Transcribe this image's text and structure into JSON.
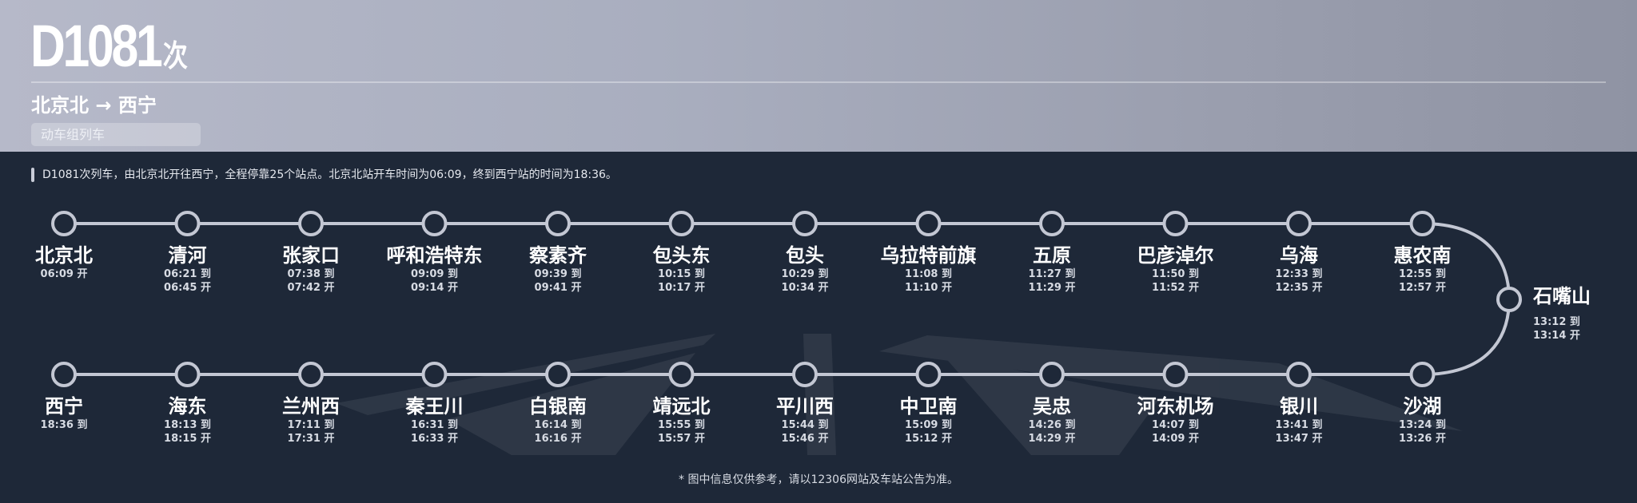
{
  "header": {
    "train_number": "D1081",
    "train_suffix": "次",
    "route": "北京北 → 西宁",
    "train_type": "动车组列车"
  },
  "info_text": "D1081次列车，由北京北开往西宁，全程停靠25个站点。北京北站开车时间为06:09，终到西宁站的时间为18:36。",
  "footer_note": "* 图中信息仅供参考，请以12306网站及车站公告为准。",
  "colors": {
    "header_bg": "#a9aebf",
    "body_bg": "#1e2838",
    "line": "#c3c7d3"
  },
  "stations": [
    {
      "name": "北京北",
      "times": [
        "06:09 开"
      ]
    },
    {
      "name": "清河",
      "times": [
        "06:21 到",
        "06:45 开"
      ]
    },
    {
      "name": "张家口",
      "times": [
        "07:38 到",
        "07:42 开"
      ]
    },
    {
      "name": "呼和浩特东",
      "times": [
        "09:09 到",
        "09:14 开"
      ]
    },
    {
      "name": "察素齐",
      "times": [
        "09:39 到",
        "09:41 开"
      ]
    },
    {
      "name": "包头东",
      "times": [
        "10:15 到",
        "10:17 开"
      ]
    },
    {
      "name": "包头",
      "times": [
        "10:29 到",
        "10:34 开"
      ]
    },
    {
      "name": "乌拉特前旗",
      "times": [
        "11:08 到",
        "11:10 开"
      ]
    },
    {
      "name": "五原",
      "times": [
        "11:27 到",
        "11:29 开"
      ]
    },
    {
      "name": "巴彦淖尔",
      "times": [
        "11:50 到",
        "11:52 开"
      ]
    },
    {
      "name": "乌海",
      "times": [
        "12:33 到",
        "12:35 开"
      ]
    },
    {
      "name": "惠农南",
      "times": [
        "12:55 到",
        "12:57 开"
      ]
    },
    {
      "name": "石嘴山",
      "times": [
        "13:12 到",
        "13:14 开"
      ]
    },
    {
      "name": "沙湖",
      "times": [
        "13:24 到",
        "13:26 开"
      ]
    },
    {
      "name": "银川",
      "times": [
        "13:41 到",
        "13:47 开"
      ]
    },
    {
      "name": "河东机场",
      "times": [
        "14:07 到",
        "14:09 开"
      ]
    },
    {
      "name": "吴忠",
      "times": [
        "14:26 到",
        "14:29 开"
      ]
    },
    {
      "name": "中卫南",
      "times": [
        "15:09 到",
        "15:12 开"
      ]
    },
    {
      "name": "平川西",
      "times": [
        "15:44 到",
        "15:46 开"
      ]
    },
    {
      "name": "靖远北",
      "times": [
        "15:55 到",
        "15:57 开"
      ]
    },
    {
      "name": "白银南",
      "times": [
        "16:14 到",
        "16:16 开"
      ]
    },
    {
      "name": "秦王川",
      "times": [
        "16:31 到",
        "16:33 开"
      ]
    },
    {
      "name": "兰州西",
      "times": [
        "17:11 到",
        "17:31 开"
      ]
    },
    {
      "name": "海东",
      "times": [
        "18:13 到",
        "18:15 开"
      ]
    },
    {
      "name": "西宁",
      "times": [
        "18:36 到"
      ]
    }
  ]
}
